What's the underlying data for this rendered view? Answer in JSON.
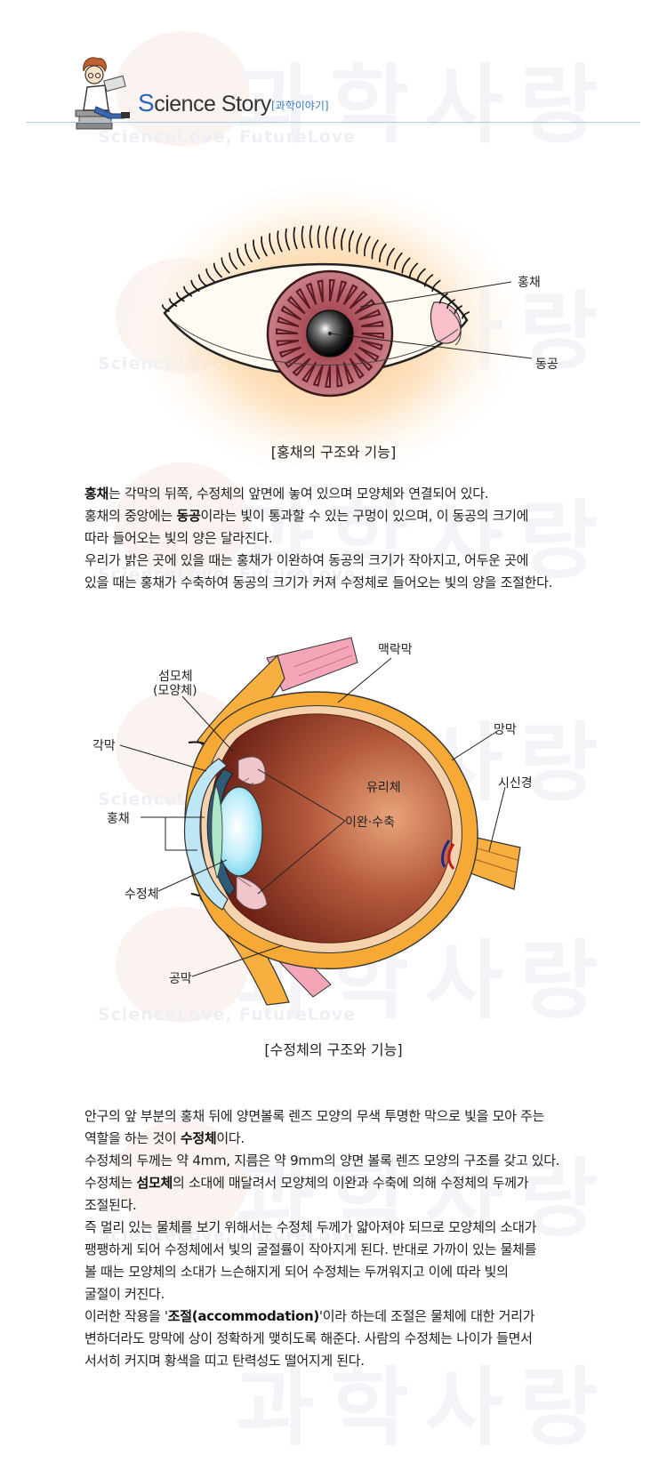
{
  "header": {
    "brand_initial": "S",
    "brand_rest": "cience Story",
    "brand_sub": "[과학이야기]"
  },
  "watermark": {
    "text": "과학사랑",
    "slogan": "ScienceLove,  FutureLove"
  },
  "figure1": {
    "label_iris": "홍채",
    "label_pupil": "동공",
    "caption": "[홍채의 구조와 기능]"
  },
  "para1": {
    "s1_term": "홍채",
    "s1_text": "는 각막의 뒤쪽, 수정체의 앞면에 놓여 있으며 모양체와 연결되어 있다.",
    "s2_a": "홍채의 중앙에는 ",
    "s2_term": "동공",
    "s2_b": "이라는 빛이 통과할 수 있는 구멍이 있으며, 이 동공의 크기에",
    "s2_c": "따라 들어오는 빛의 양은 달라진다.",
    "s3_a": "우리가 밝은 곳에 있을 때는 홍채가 이완하여 동공의 크기가 작아지고, 어두운 곳에",
    "s3_b": "있을 때는 홍채가 수축하여 동공의 크기가 커져 수정체로 들어오는 빛의 양을 조절한다."
  },
  "figure2": {
    "label_choroid": "맥락막",
    "label_ciliary_1": "섬모체",
    "label_ciliary_2": "(모양체)",
    "label_cornea": "각막",
    "label_retina": "망막",
    "label_optic": "시신경",
    "label_vitreous": "유리체",
    "label_iris": "홍채",
    "label_relax": "이완·수축",
    "label_lens": "수정체",
    "label_sclera": "공막",
    "caption": "[수정체의 구조와 기능]"
  },
  "para2": {
    "l1": "안구의 앞 부분의 홍채 뒤에 양면볼록 렌즈 모양의 무색 투명한 막으로 빛을 모아 주는",
    "l2_a": "역할을 하는 것이 ",
    "l2_term": "수정체",
    "l2_b": "이다.",
    "l3": "수정체의 두께는 약 4mm, 지름은 약 9mm의 양면 볼록 렌즈 모양의 구조를 갖고 있다.",
    "l4_a": "수정체는 ",
    "l4_term": "섬모체",
    "l4_b": "의 소대에 매달려서 모양체의 이완과 수축에 의해 수정체의 두께가",
    "l5": "조절된다.",
    "l6": "즉 멀리 있는 물체를 보기 위해서는 수정체 두께가 얇아져야 되므로 모양체의 소대가",
    "l7": "팽팽하게 되어 수정체에서 빛의 굴절률이 작아지게 된다. 반대로 가까이 있는 물체를",
    "l8": "볼 때는 모양체의 소대가 느슨해지게 되어 수정체는 두꺼워지고 이에 따라 빛의",
    "l9": "굴절이 커진다.",
    "l10_a": "이러한 작용을 '",
    "l10_term": "조절(accommodation)",
    "l10_b": "'이라 하는데 조절은 물체에 대한 거리가",
    "l11": "변하더라도 망막에 상이 정확하게 맺히도록 해준다. 사람의 수정체는 나이가 들면서",
    "l12": "서서히 커지며 황색을 띠고 탄력성도 떨어지게 된다."
  },
  "colors": {
    "brand_blue": "#2b67b8",
    "iris": "#b25d67",
    "sclera_orange": "#f7a935",
    "retina_pink": "#f0a0a8"
  }
}
